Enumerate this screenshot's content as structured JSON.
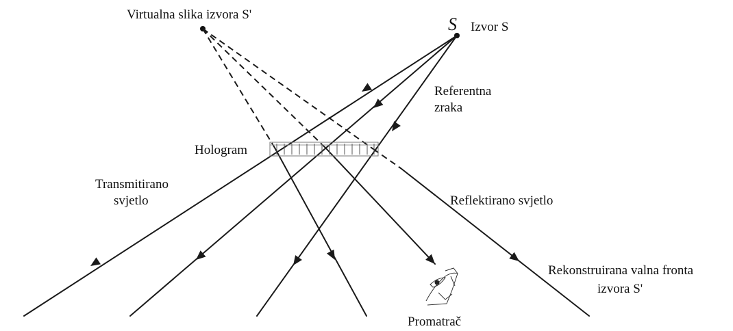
{
  "labels": {
    "virtual_image": "Virtualna slika izvora S'",
    "source_letter": "S",
    "source": "Izvor S",
    "reference_line1": "Referentna",
    "reference_line2": "zraka",
    "hologram": "Hologram",
    "transmitted_line1": "Transmitirano",
    "transmitted_line2": "svjetlo",
    "reflected": "Reflektirano svjetlo",
    "reconstructed_line1": "Rekonstruirana valna fronta",
    "reconstructed_line2": "izvora S'",
    "observer": "Promatrač"
  },
  "colors": {
    "line": "#1a1a1a",
    "text": "#111111",
    "background": "#ffffff"
  },
  "icons": {
    "observer": "eye-icon"
  }
}
